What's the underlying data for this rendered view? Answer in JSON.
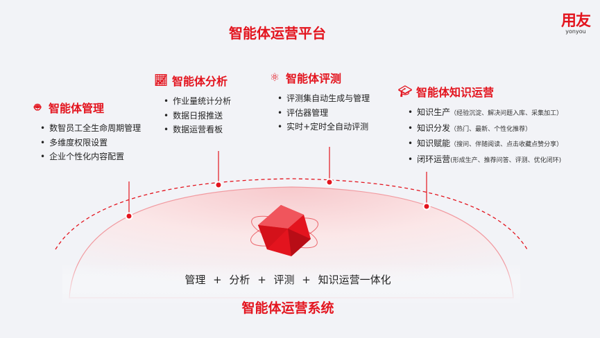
{
  "title": "智能体运营平台",
  "logo": {
    "cn": "用友",
    "en": "yonyou"
  },
  "blocks": [
    {
      "title": "智能体管理",
      "icon": "robot-icon",
      "items": [
        "数智员工全生命周期管理",
        "多维度权限设置",
        "企业个性化内容配置"
      ]
    },
    {
      "title": "智能体分析",
      "icon": "chart-icon",
      "items": [
        "作业量统计分析",
        "数据日报推送",
        "数据运营看板"
      ]
    },
    {
      "title": "智能体评测",
      "icon": "atom-icon",
      "items": [
        "评测集自动生成与管理",
        "评估器管理",
        "实时+定时全自动评测"
      ]
    },
    {
      "title": "智能体知识运营",
      "icon": "knowledge-icon",
      "items": [
        {
          "main": "知识生产",
          "note": "（经验沉淀、解决问题入库、采集加工）"
        },
        {
          "main": "知识分发",
          "note": "（热门、最新、个性化推荐）"
        },
        {
          "main": "知识赋能",
          "note": "（搜问、伴随阅读、点击收藏点赞分享）"
        },
        {
          "main": "闭环运营",
          "note": "(形成生产、推荐问答、评测、优化闭环)"
        }
      ]
    }
  ],
  "bottom": {
    "line": "管理 + 分析 + 评测 + 知识运营一体化",
    "title": "智能体运营系统"
  },
  "colors": {
    "accent": "#e3141e"
  }
}
